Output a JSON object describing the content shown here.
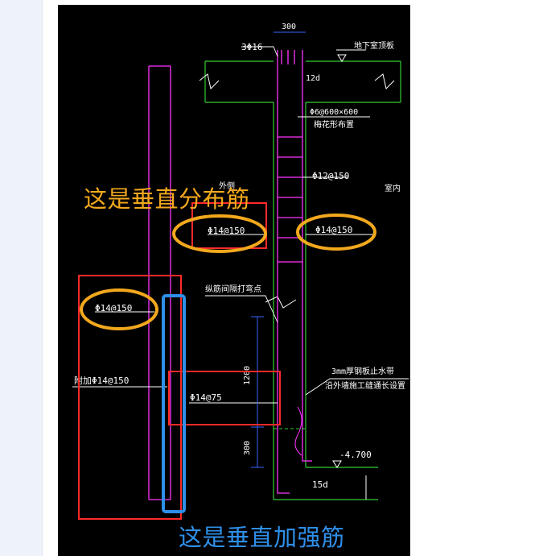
{
  "drawing": {
    "dimensions": {
      "top_width": "300",
      "lap_length": "1200",
      "bottom_length": "300"
    },
    "labels": {
      "top_bars": "3Φ16",
      "slab": "地下室顶板",
      "anchor_top": "12d",
      "tie_spec": "Φ6@600×600",
      "tie_note": "梅花形布置",
      "inner_bar": "Φ12@150",
      "indoor": "室内",
      "wall_bar_left": "Φ14@150",
      "wall_bar_right": "Φ14@150",
      "lap_note": "纵筋间隔打弯点",
      "left_bar_circled": "Φ14@150",
      "extra_bar": "附加Φ14@150",
      "strengthen_bar": "Φ14@75",
      "waterstop_1": "3mm厚钢板止水带",
      "waterstop_2": "沿外墙施工缝通长设置",
      "elevation": "-4.700",
      "anchor_bottom": "15d",
      "tag_fragment": "外侧"
    }
  },
  "annotations": {
    "vertical_distribution": "这是垂直分布筋",
    "vertical_strengthening": "这是垂直加强筋"
  },
  "colors": {
    "background": "#000000",
    "concrete_outline": "#33cc33",
    "rebar": "#ff33ff",
    "dimension": "#3366ff",
    "highlight_red": "#ff2a2a",
    "highlight_orange": "#f2a81d",
    "highlight_blue": "#2f8fe8"
  }
}
